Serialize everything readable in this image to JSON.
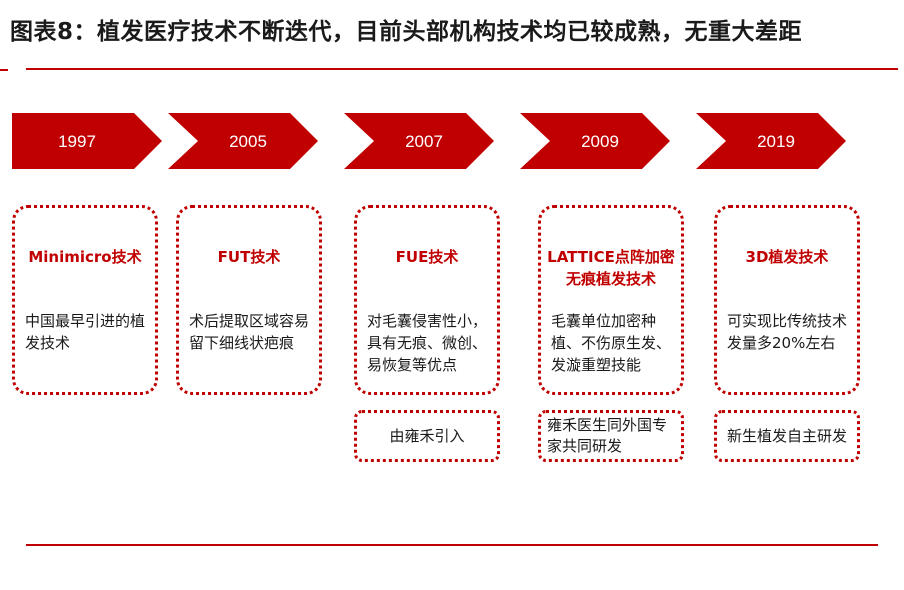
{
  "title": "图表8：植发医疗技术不断迭代，目前头部机构技术均已较成熟，无重大差距",
  "colors": {
    "accent": "#c00000",
    "text": "#1a1a1a"
  },
  "timeline": [
    {
      "year": "1997",
      "tech": "Minimicro技术",
      "desc": "中国最早引进的植发技术"
    },
    {
      "year": "2005",
      "tech": "FUT技术",
      "desc": "术后提取区域容易留下细线状疤痕"
    },
    {
      "year": "2007",
      "tech": "FUE技术",
      "desc": "对毛囊侵害性小，具有无痕、微创、易恢复等优点",
      "note": "由雍禾引入"
    },
    {
      "year": "2009",
      "tech": "LATTICE点阵加密无痕植发技术",
      "desc": "毛囊单位加密种植、不伤原生发、发漩重塑技能",
      "note": "雍禾医生同外国专家共同研发"
    },
    {
      "year": "2019",
      "tech": "3D植发技术",
      "desc": "可实现比传统技术发量多20%左右",
      "note": "新生植发自主研发"
    }
  ]
}
